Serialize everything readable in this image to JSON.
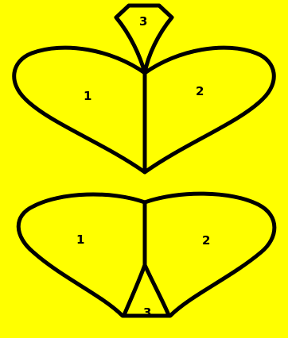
{
  "colors": {
    "background": "#ffff00",
    "stroke": "#000000"
  },
  "top_figure": {
    "left_label": "1",
    "right_label": "2",
    "stem_label": "3"
  },
  "bottom_figure": {
    "left_label": "1",
    "right_label": "2",
    "stem_label": "3"
  }
}
